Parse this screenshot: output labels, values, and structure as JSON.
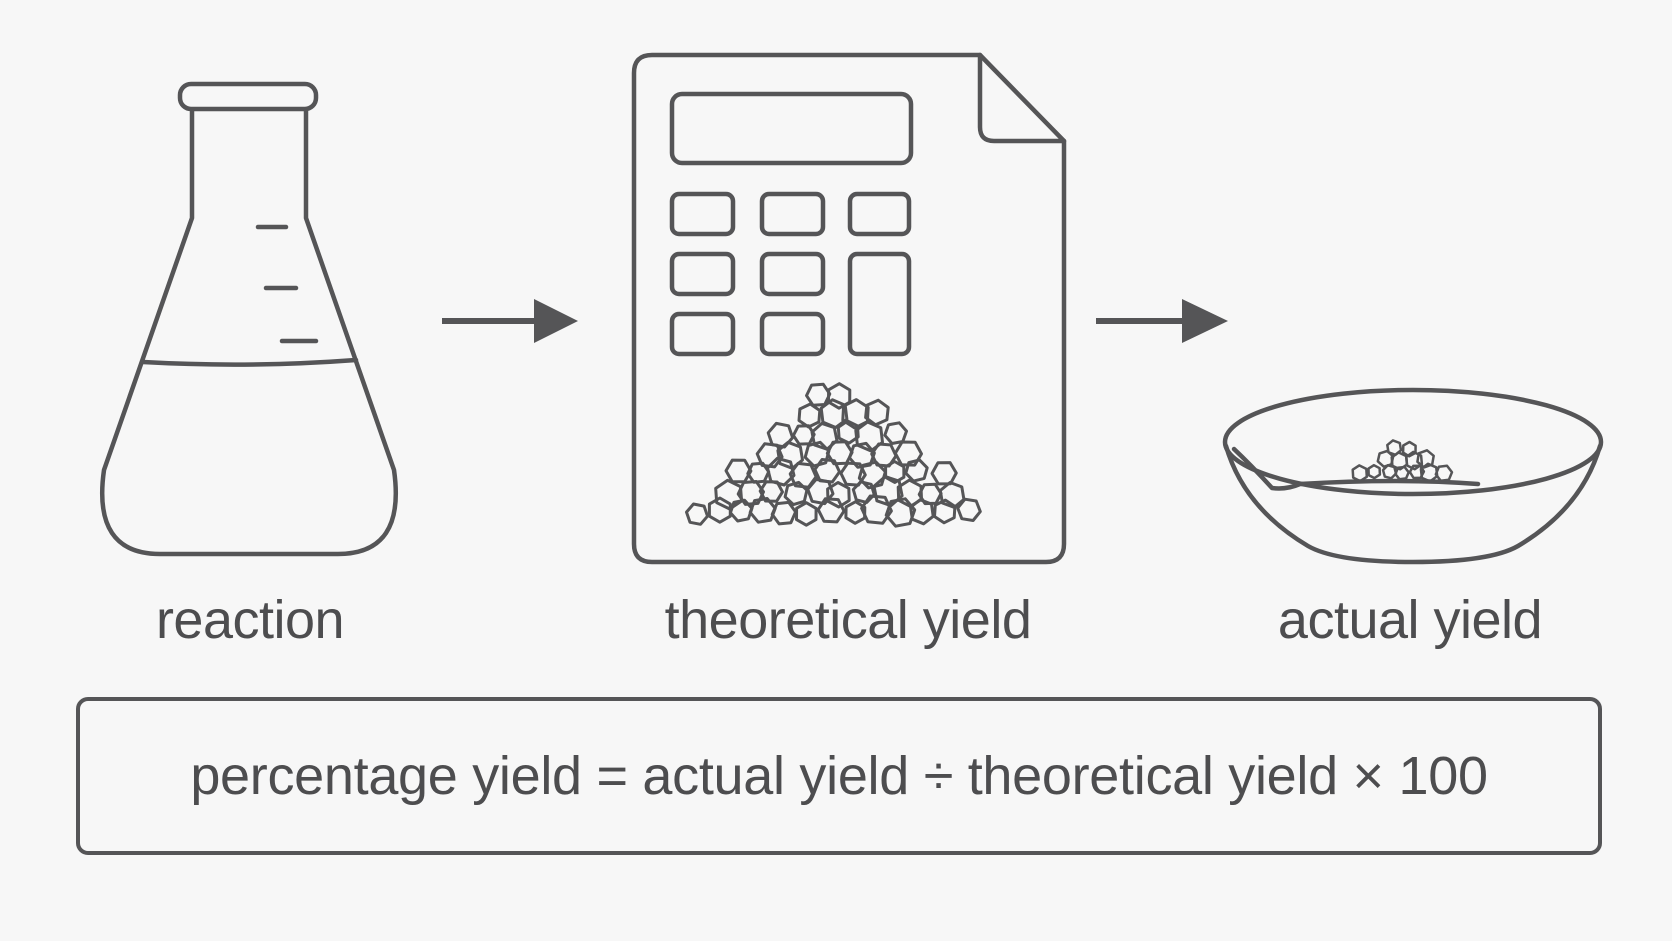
{
  "labels": {
    "reaction": "reaction",
    "theoretical": "theoretical yield",
    "actual": "actual yield"
  },
  "formula": "percentage yield = actual yield ÷ theoretical yield × 100",
  "icons": {
    "step1": "conical-flask-icon",
    "step2": "calculator-document-icon",
    "step3": "evaporating-dish-icon",
    "connector": "arrow-right-icon"
  },
  "colors": {
    "background": "#f7f7f7",
    "stroke": "#555557",
    "text": "#4d4d4f"
  }
}
